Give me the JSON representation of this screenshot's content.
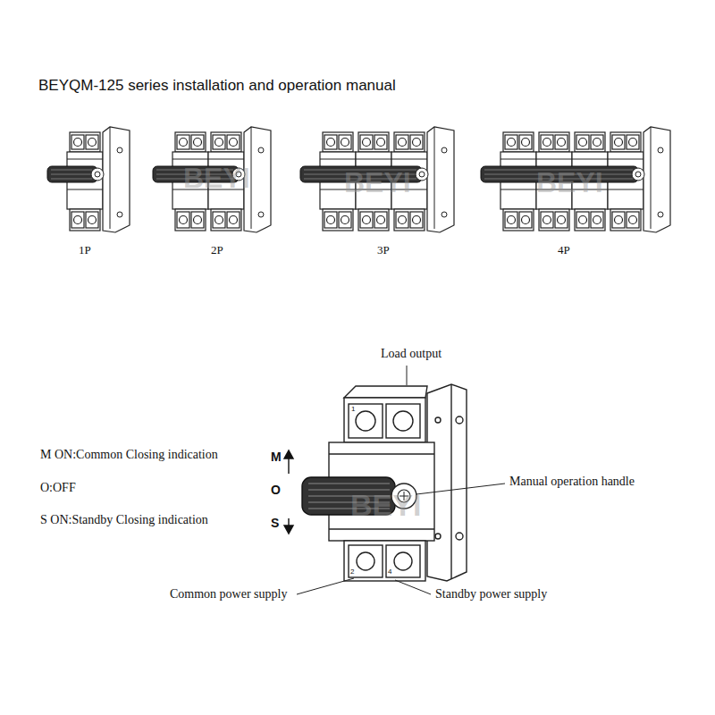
{
  "diagram": {
    "title": "BEYQM-125 series installation and operation manual",
    "labels": [
      "1P",
      "2P",
      "3P",
      "4P",
      "Load output",
      "M ON:Common Closing indication",
      "O:OFF",
      "S ON:Standby Closing indication",
      "M",
      "O",
      "S",
      "Manual operation handle",
      "Common power supply",
      "Standby power supply",
      "1",
      "2",
      "4",
      "BEYI",
      "BEYI",
      "BEYI",
      "BEYI"
    ]
  }
}
